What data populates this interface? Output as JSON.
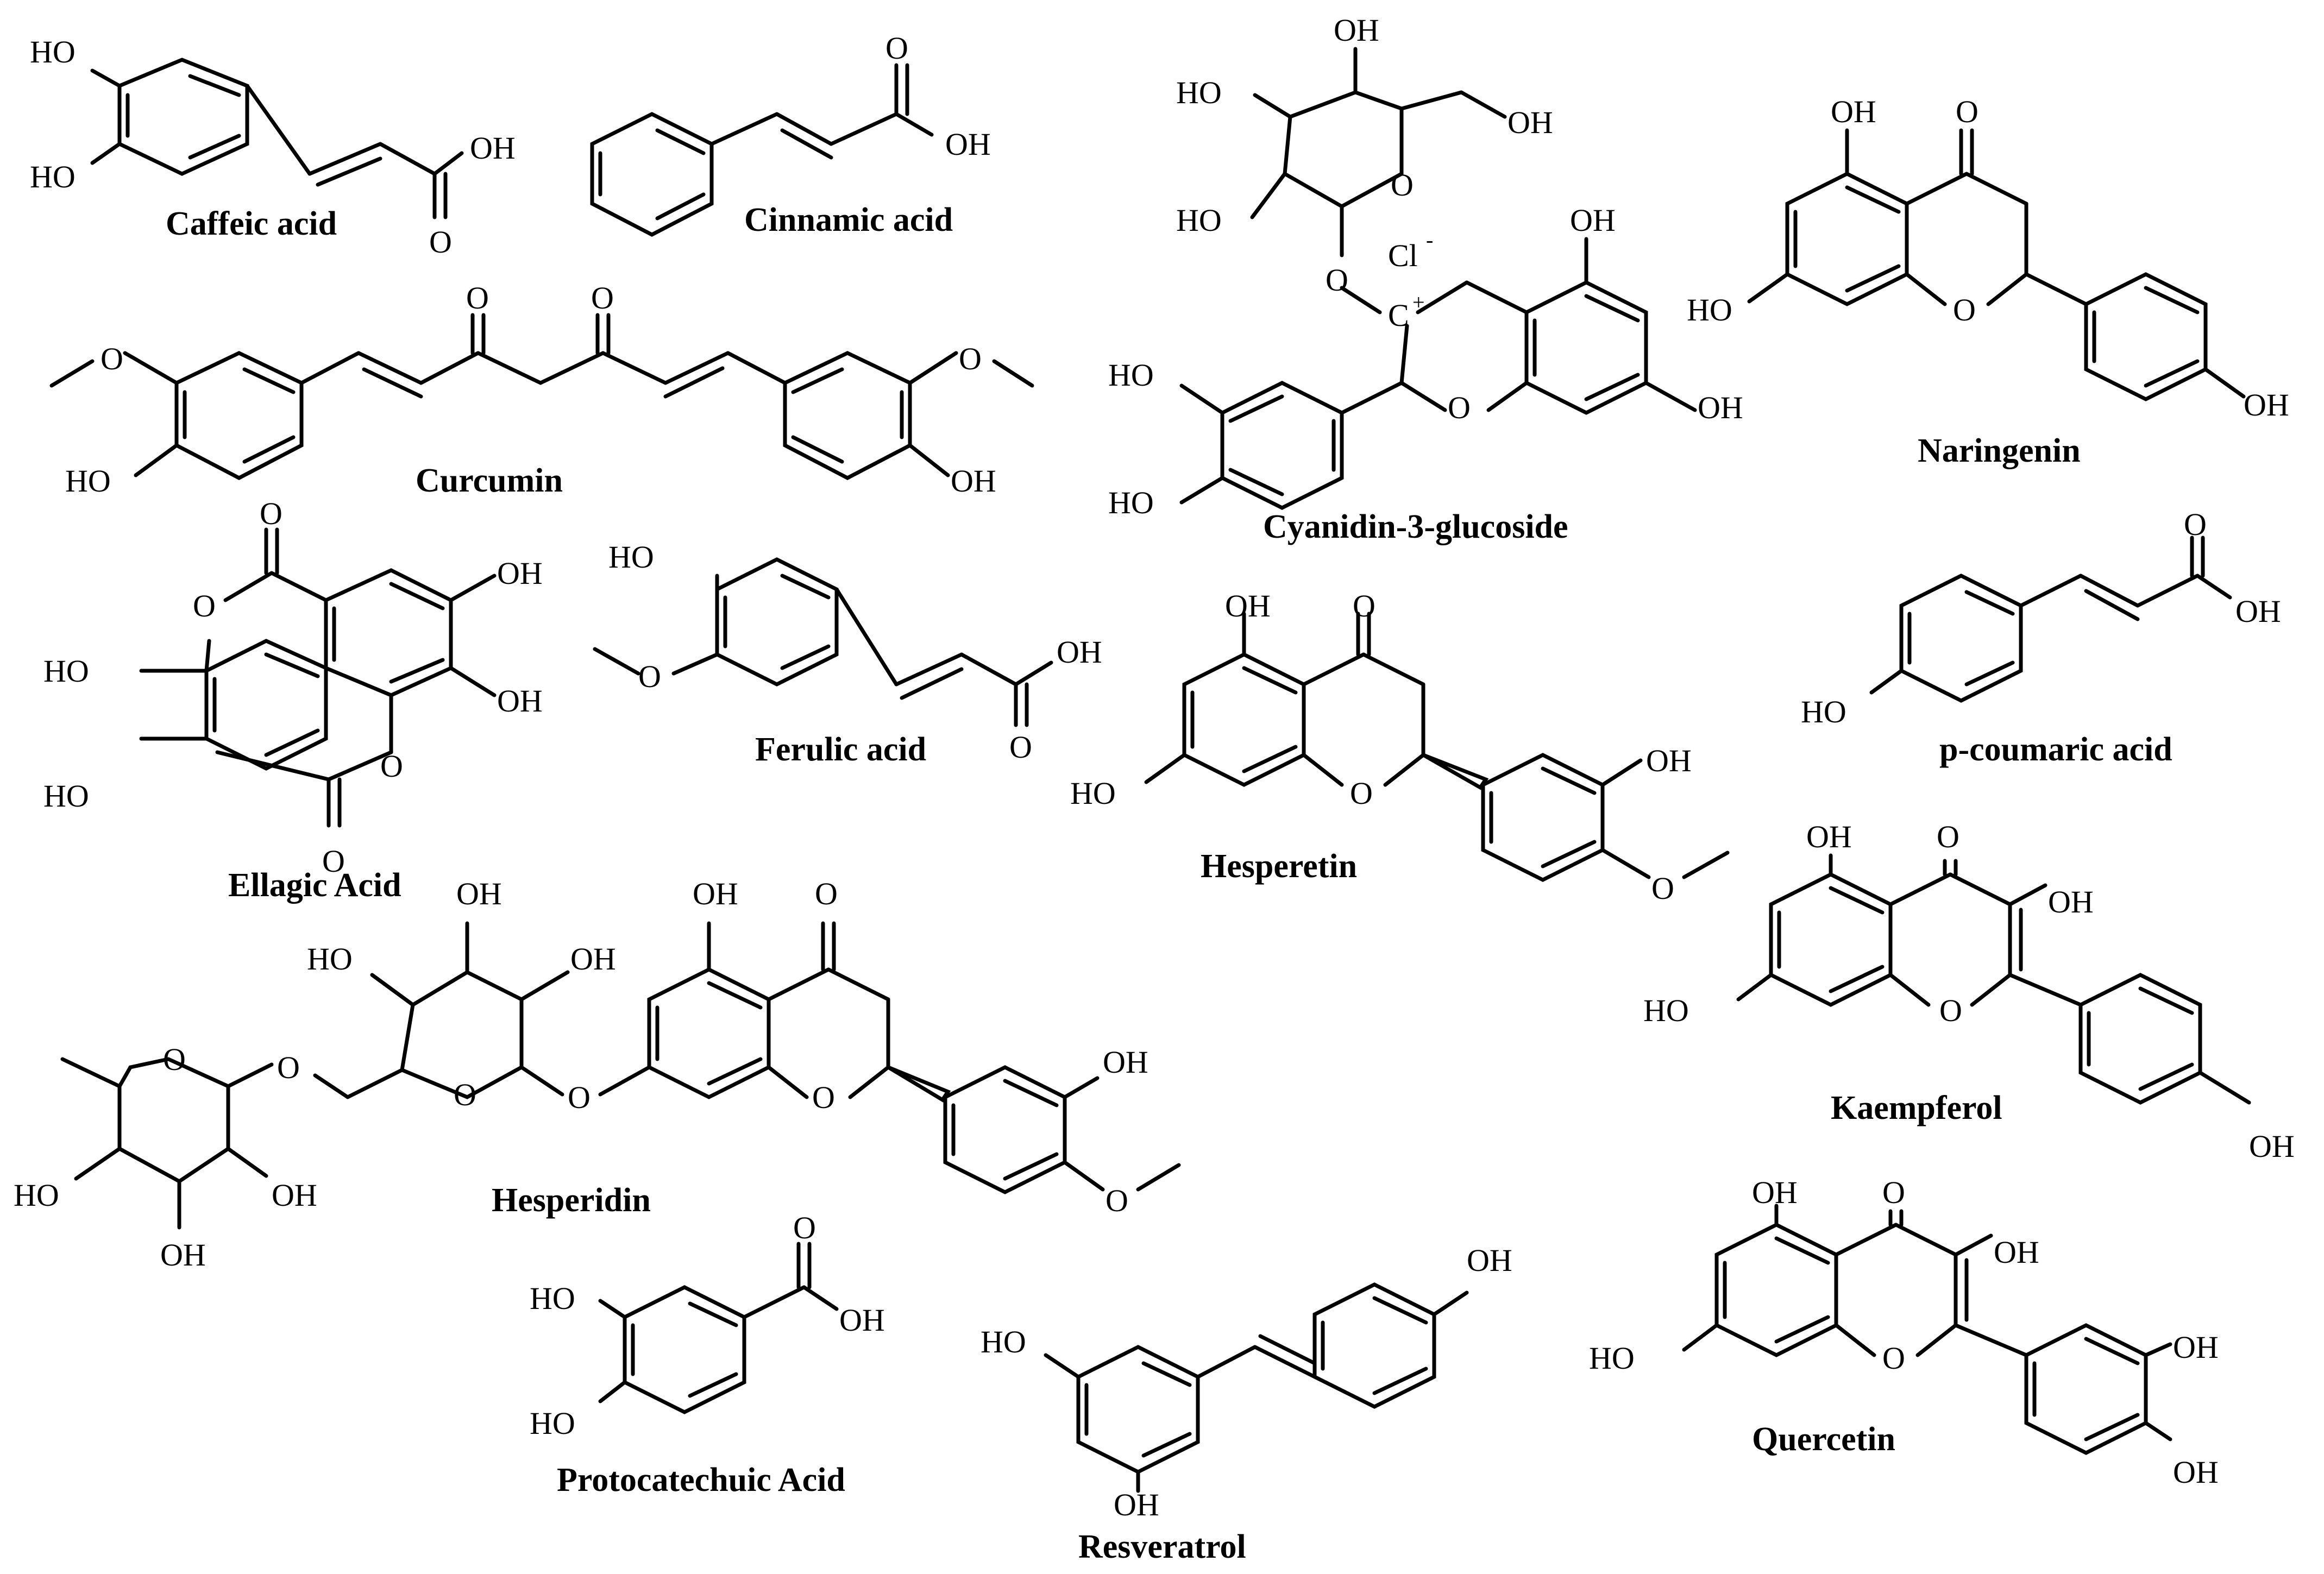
{
  "figure": {
    "molecules": [
      {
        "id": "caffeic",
        "name": "Caffeic acid",
        "groups": [
          "HO",
          "HO",
          "OH",
          "O"
        ]
      },
      {
        "id": "cinnamic",
        "name": "Cinnamic acid",
        "groups": [
          "O",
          "OH"
        ]
      },
      {
        "id": "glucoside",
        "name": "Cyanidin-3-glucoside",
        "groups": [
          "OH",
          "HO",
          "OH",
          "HO",
          "O",
          "Cl",
          "-",
          "O",
          "C",
          "+",
          "OH",
          "HO",
          "O",
          "OH",
          "HO"
        ]
      },
      {
        "id": "naringenin",
        "name": "Naringenin",
        "groups": [
          "OH",
          "O",
          "HO",
          "O",
          "OH"
        ]
      },
      {
        "id": "curcumin",
        "name": "Curcumin",
        "groups": [
          "O",
          "O",
          "O",
          "O",
          "HO",
          "OH"
        ]
      },
      {
        "id": "ellagic",
        "name": "Ellagic Acid",
        "groups": [
          "O",
          "O",
          "OH",
          "HO",
          "OH",
          "HO",
          "O",
          "O"
        ]
      },
      {
        "id": "ferulic",
        "name": "Ferulic acid",
        "groups": [
          "HO",
          "O",
          "OH",
          "O"
        ]
      },
      {
        "id": "hesperetin",
        "name": "Hesperetin",
        "groups": [
          "OH",
          "O",
          "HO",
          "O",
          "OH",
          "O"
        ]
      },
      {
        "id": "pcoumaric",
        "name": "p-coumaric acid",
        "groups": [
          "O",
          "OH",
          "HO"
        ]
      },
      {
        "id": "hesperidin",
        "name": "Hesperidin",
        "groups": [
          "OH",
          "HO",
          "OH",
          "OH",
          "O",
          "O",
          "O",
          "O",
          "O",
          "O",
          "OH",
          "O",
          "HO",
          "OH",
          "OH"
        ]
      },
      {
        "id": "kaempferol",
        "name": "Kaempferol",
        "groups": [
          "OH",
          "O",
          "OH",
          "HO",
          "O",
          "OH"
        ]
      },
      {
        "id": "protocatechuic",
        "name": "Protocatechuic Acid",
        "groups": [
          "O",
          "HO",
          "OH",
          "HO"
        ]
      },
      {
        "id": "resveratrol",
        "name": "Resveratrol",
        "groups": [
          "OH",
          "HO",
          "OH"
        ]
      },
      {
        "id": "quercetin",
        "name": "Quercetin",
        "groups": [
          "OH",
          "O",
          "OH",
          "HO",
          "O",
          "OH",
          "OH"
        ]
      }
    ]
  }
}
